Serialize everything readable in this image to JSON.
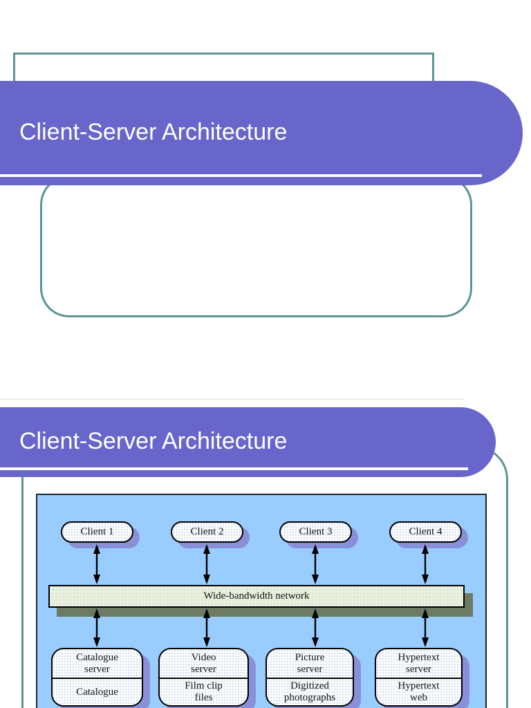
{
  "slide1": {
    "title": "Client-Server Architecture"
  },
  "slide2": {
    "title": "Client-Server Architecture",
    "diagram": {
      "clients": [
        {
          "label": "Client 1"
        },
        {
          "label": "Client 2"
        },
        {
          "label": "Client 3"
        },
        {
          "label": "Client 4"
        }
      ],
      "network": {
        "label": "Wide-bandwidth network"
      },
      "servers": [
        {
          "top": "Catalogue\nserver",
          "bottom": "Catalogue"
        },
        {
          "top": "Video\nserver",
          "bottom": "Film clip\nfiles"
        },
        {
          "top": "Picture\nserver",
          "bottom": "Digitized\nphotographs"
        },
        {
          "top": "Hypertext\nserver",
          "bottom": "Hypertext\nweb"
        }
      ]
    }
  },
  "colors": {
    "banner_purple": "#6866CA",
    "frame_teal": "#5E9493",
    "diagram_background": "#99CCFF",
    "node_fill": "#FCFDFE",
    "node_shadow": "#8990D8",
    "network_bar_fill": "#E3EAD6",
    "network_bar_shadow": "#6D7B62",
    "title_text": "#FFFFFF",
    "diagram_text": "#141414"
  }
}
